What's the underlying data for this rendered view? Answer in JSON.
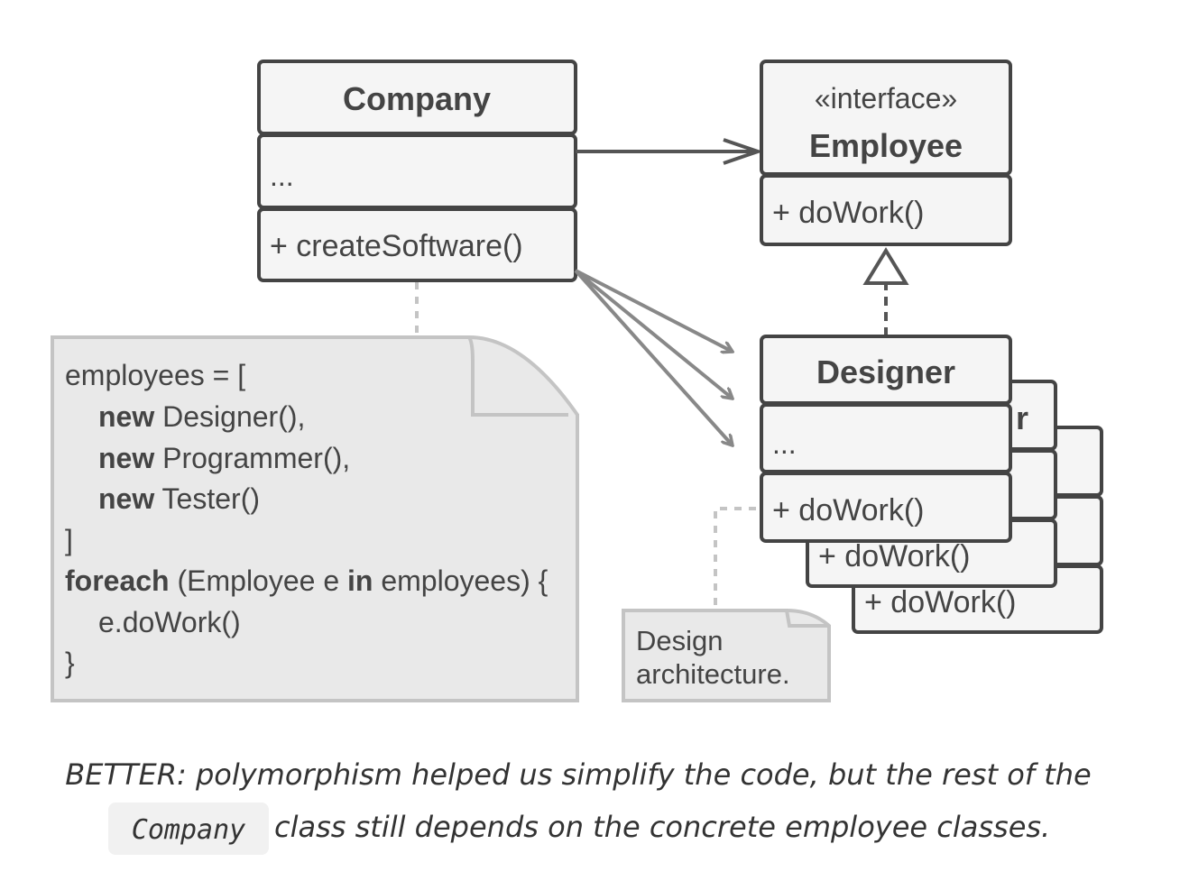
{
  "classes": {
    "company": {
      "name": "Company",
      "fields": "...",
      "methods": "+ createSoftware()"
    },
    "employee": {
      "stereotype": "«interface»",
      "name": "Employee",
      "methods": "+ doWork()"
    },
    "designer": {
      "name": "Designer",
      "fields": "...",
      "methods": "+ doWork()"
    },
    "programmer": {
      "name_visible": "r",
      "methods": "+ doWork()"
    },
    "tester": {
      "methods": "+ doWork()"
    }
  },
  "code_note": {
    "lines": [
      [
        "employees = ["
      ],
      [
        "new",
        " Designer(),"
      ],
      [
        "new",
        " Programmer(),"
      ],
      [
        "new",
        " Tester()"
      ],
      [
        "]"
      ],
      [
        "foreach",
        " (Employee e ",
        "in",
        " employees) {"
      ],
      [
        "e.doWork()"
      ],
      [
        "}"
      ]
    ]
  },
  "design_note": {
    "line1": "Design",
    "line2": "architecture."
  },
  "caption": {
    "line1": "BETTER: polymorphism helped us simplify the code, but the rest of the",
    "code": "Company",
    "line2": " class still depends on the concrete employee classes."
  },
  "colors": {
    "stroke": "#444444",
    "box_fill": "#f5f5f5",
    "note_fill": "#e9e9e9",
    "note_stroke": "#c4c4c4",
    "arrow_gray": "#888888"
  }
}
